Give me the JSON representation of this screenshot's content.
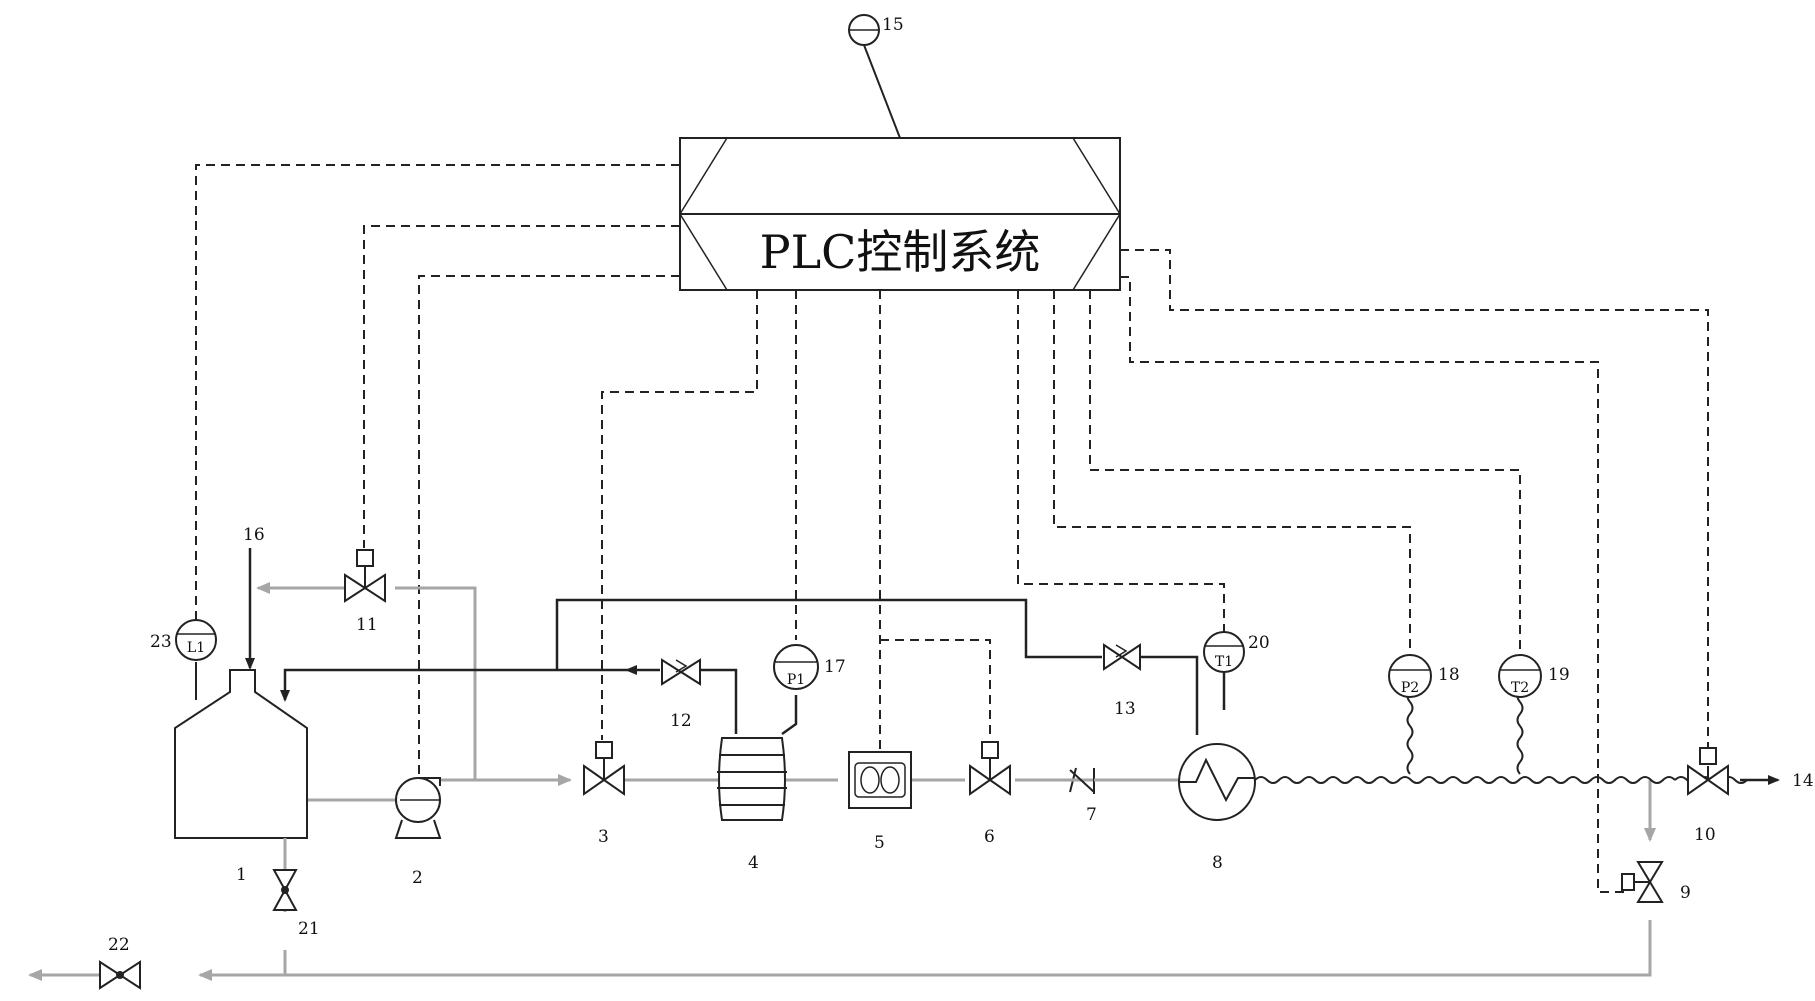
{
  "plc": {
    "title": "PLC控制系统"
  },
  "labels": {
    "n1": "1",
    "n2": "2",
    "n3": "3",
    "n4": "4",
    "n5": "5",
    "n6": "6",
    "n7": "7",
    "n8": "8",
    "n9": "9",
    "n10": "10",
    "n11": "11",
    "n12": "12",
    "n13": "13",
    "n14": "14",
    "n15": "15",
    "n16": "16",
    "n17": "17",
    "n18": "18",
    "n19": "19",
    "n20": "20",
    "n21": "21",
    "n22": "22",
    "n23": "23"
  },
  "instruments": {
    "L1": "L1",
    "P1": "P1",
    "P2": "P2",
    "T1": "T1",
    "T2": "T2"
  },
  "colors": {
    "line": "#222222",
    "gray_line": "#a6a6a6",
    "dash": "#222222"
  }
}
